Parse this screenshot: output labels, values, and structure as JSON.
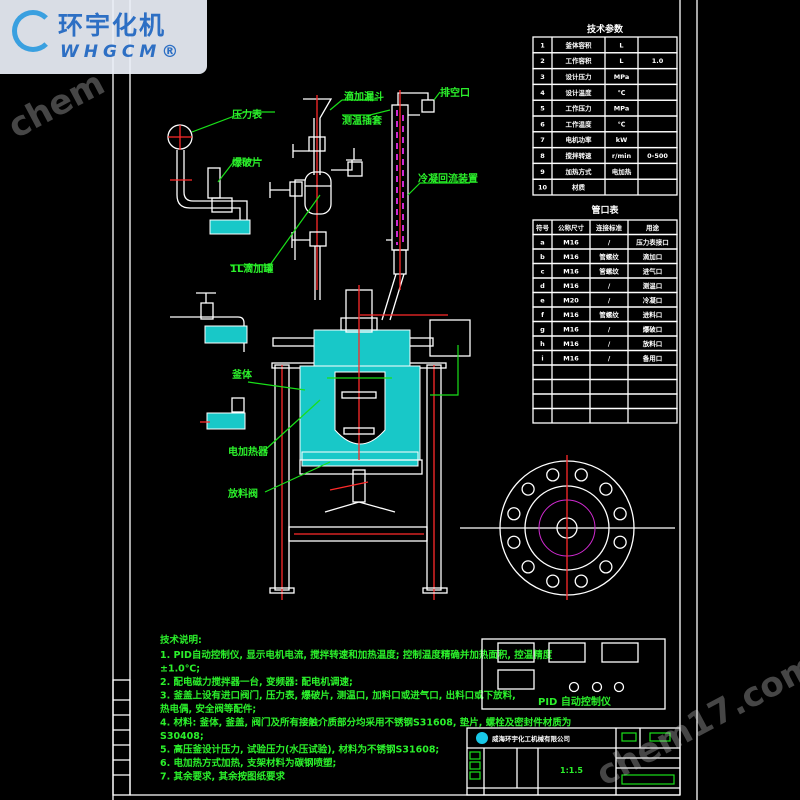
{
  "logo": {
    "cn": "环宇化机",
    "en": "WHGCM®"
  },
  "watermarks": [
    "chem",
    "chem17.com"
  ],
  "labels": {
    "pressure_gauge": "压力表",
    "rupture_disc": "爆破片",
    "drip_funnel": "滴加漏斗",
    "thermo_sleeve": "测温插套",
    "vent": "排空口",
    "condenser": "冷凝回流装置",
    "drip_tank": "1L滴加罐",
    "vessel": "釜体",
    "heater": "电加热器",
    "discharge_valve": "放料阀"
  },
  "tech_params": {
    "title": "技术参数",
    "rows": [
      [
        "1",
        "釜体容积",
        "L",
        ""
      ],
      [
        "2",
        "工作容积",
        "L",
        "1.0"
      ],
      [
        "3",
        "设计压力",
        "MPa",
        ""
      ],
      [
        "4",
        "设计温度",
        "℃",
        ""
      ],
      [
        "5",
        "工作压力",
        "MPa",
        ""
      ],
      [
        "6",
        "工作温度",
        "℃",
        ""
      ],
      [
        "7",
        "电机功率",
        "kW",
        ""
      ],
      [
        "8",
        "搅拌转速",
        "r/min",
        "0-500"
      ],
      [
        "9",
        "加热方式",
        "电加热",
        ""
      ],
      [
        "10",
        "材质",
        "",
        ""
      ]
    ]
  },
  "nozzle_table": {
    "title": "管口表",
    "headers": [
      "符号",
      "公称尺寸",
      "连接标准",
      "用途"
    ],
    "rows": [
      [
        "a",
        "M16",
        "/",
        "压力表接口"
      ],
      [
        "b",
        "M16",
        "管螺纹",
        "滴加口"
      ],
      [
        "c",
        "M16",
        "管螺纹",
        "进气口"
      ],
      [
        "d",
        "M16",
        "/",
        "测温口"
      ],
      [
        "e",
        "M20",
        "/",
        "冷凝口"
      ],
      [
        "f",
        "M16",
        "管螺纹",
        "进料口"
      ],
      [
        "g",
        "M16",
        "/",
        "爆破口"
      ],
      [
        "h",
        "M16",
        "/",
        "放料口"
      ],
      [
        "i",
        "M16",
        "/",
        "备用口"
      ],
      [
        "",
        "",
        "",
        ""
      ],
      [
        "",
        "",
        "",
        ""
      ],
      [
        "",
        "",
        "",
        ""
      ],
      [
        "",
        "",
        "",
        ""
      ]
    ]
  },
  "notes": {
    "title": "技术说明:",
    "lines": [
      "1. PID自动控制仪, 显示电机电流, 搅拌转速和加热温度; 控制温度精确并加热面积, 控温精度",
      "±1.0℃;",
      "2. 配电磁力搅拌器一台, 变频器: 配电机调速;",
      "3. 釜盖上设有进口阀门, 压力表, 爆破片, 测温口, 加料口或进气口, 出料口或下放料,",
      "热电偶, 安全阀等配件;",
      "4. 材料: 釜体, 釜盖, 阀门及所有接触介质部分均采用不锈钢S31608, 垫片, 螺栓及密封件材质为",
      "S30408;",
      "5. 高压釜设计压力, 试验压力(水压试验), 材料为不锈钢S31608;",
      "6. 电加热方式加热, 支架材料为碳钢喷塑;",
      "7. 其余要求, 其余按图纸要求"
    ]
  },
  "pid_panel": {
    "label": "PID 自动控制仪"
  },
  "title_block": {
    "company": "威海环宇化工机械有限公司",
    "scale": "1:1.5"
  }
}
